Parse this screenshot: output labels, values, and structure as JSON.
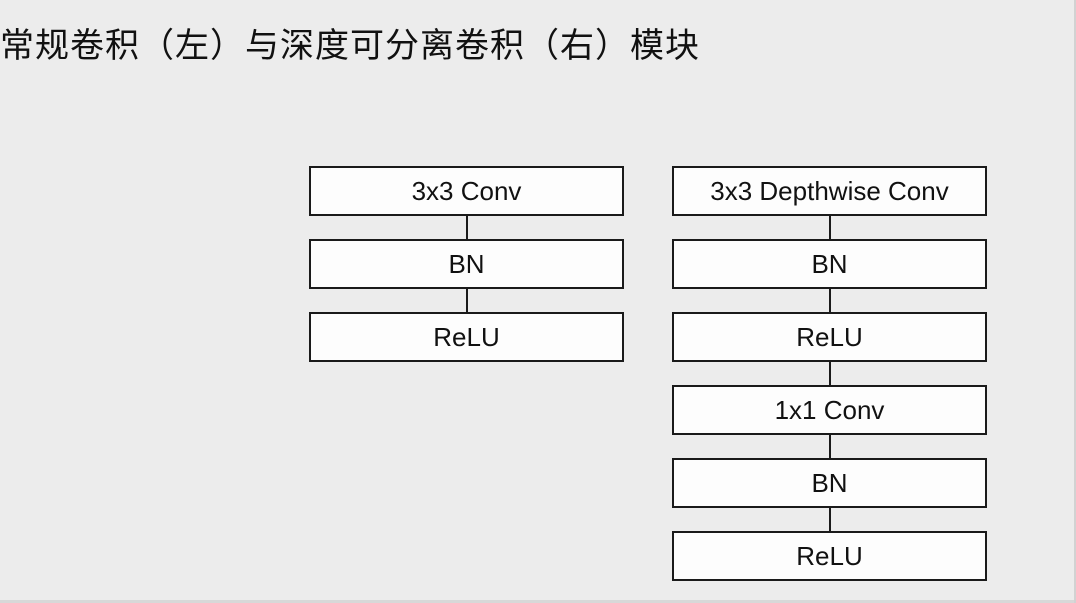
{
  "title": "常规卷积（左）与深度可分离卷积（右）模块",
  "diagram": {
    "left_column": {
      "blocks": [
        "3x3 Conv",
        "BN",
        "ReLU"
      ]
    },
    "right_column": {
      "blocks": [
        "3x3 Depthwise Conv",
        "BN",
        "ReLU",
        "1x1 Conv",
        "BN",
        "ReLU"
      ]
    }
  },
  "colors": {
    "background": "#ececec",
    "block_fill": "#fdfdfd",
    "block_border": "#1a1a1a",
    "text": "#111111"
  }
}
